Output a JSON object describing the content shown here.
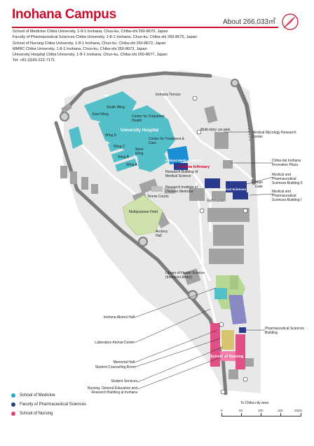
{
  "header": {
    "title": "Inohana Campus",
    "area": "About 266,033㎡"
  },
  "addresses": [
    "School of Medicine Chiba University, 1-8-1 Inohana, Chuo-ku, Chiba-shi 260-8670, Japan",
    "Faculty of Pharmaceutical Sciences Chiba University, 1-8-1 Inohana, Chuo-ku, Chiba-shi 260-8675, Japan",
    "School of Nursing Chiba University, 1-8-1 Inohana, Chuo-ku, Chiba-shi 260-8672, Japan",
    "MMRC Chiba University, 1-8-1 Inohana, Chuo-ku, Chiba-shi 260-8673, Japan",
    "University Hospital Chiba University, 1-8-1 Inohana, Chuo-ku, Chiba-shi 260-8677, Japan",
    "Tel: +81-(0)43-222-7171"
  ],
  "map_labels": {
    "inohana_terrace": "Inohana Terrace",
    "south_wing": "South Wing",
    "east_wing": "East Wing",
    "center_outpatient": "Center for Outpatient Health",
    "university_hospital": "University Hospital",
    "wing_d": "Wing D",
    "wing_c": "Wing C",
    "wing_b": "Wing B",
    "wing_a": "Wing A",
    "west_wing": "West Wing",
    "center_treatment": "Center for Treatment & Care",
    "medical_museum": "Inohana Medical Museum",
    "inohana_infirmary": "Inohana Infirmary",
    "research_building": "Research Building of Medical Science",
    "research_institute": "Research Institute of Disaster Medicine",
    "pharma_sciences": "Pharmaceutical Sciences",
    "gymnasium": "Gymnasium",
    "tennis_courts": "Tennis Courts",
    "multipurpose_field": "Multipurpose Field",
    "archery_hall": "Archery Hall",
    "multistory_parking": "Multi-story car park",
    "main_gate": "Main Gate",
    "library": "Library of Health Science (Inohana Library)",
    "school_of_nursing": "School of Nursing",
    "to_chiba": "To Chiba city area"
  },
  "callouts_right": {
    "mycology": "Medical Mycology Research Center",
    "innovation_plaza": "Chiba-dai Inohana Innovation Plaza",
    "pharma_2": "Medical and Pharmaceutical Sciences Building II",
    "pharma_1": "Medical and Pharmaceutical Sciences Building I",
    "pharma_bldg": "Pharmaceutical Sciences Building"
  },
  "callouts_left": {
    "alumni_hall": "Inohana Alumni Hall",
    "animal_center": "Laboratory Animal Center",
    "memorial_hall": "Memorial Hall",
    "counseling": "Student Counseling Room",
    "student_services": "Student Services",
    "nursing_research": "Nursing, General Education and Research Building at Inohana"
  },
  "legend": [
    {
      "label": "School of Medicine",
      "color": "#2aa5c8"
    },
    {
      "label": "Faculty of Pharmaceutical Sciences",
      "color": "#2a3a8c"
    },
    {
      "label": "School of Nursing",
      "color": "#e0407a"
    }
  ],
  "scale": {
    "ticks": [
      "0",
      "50",
      "100",
      "150",
      "200m"
    ]
  },
  "colors": {
    "medicine": "#4cbcc8",
    "pharma": "#2a3a8c",
    "nursing": "#e0407a",
    "building": "#9a9a9a",
    "road": "#7a7a7a",
    "ground": "#e6e6e6",
    "field": "#cde0b0",
    "accent": "#c8102e"
  }
}
